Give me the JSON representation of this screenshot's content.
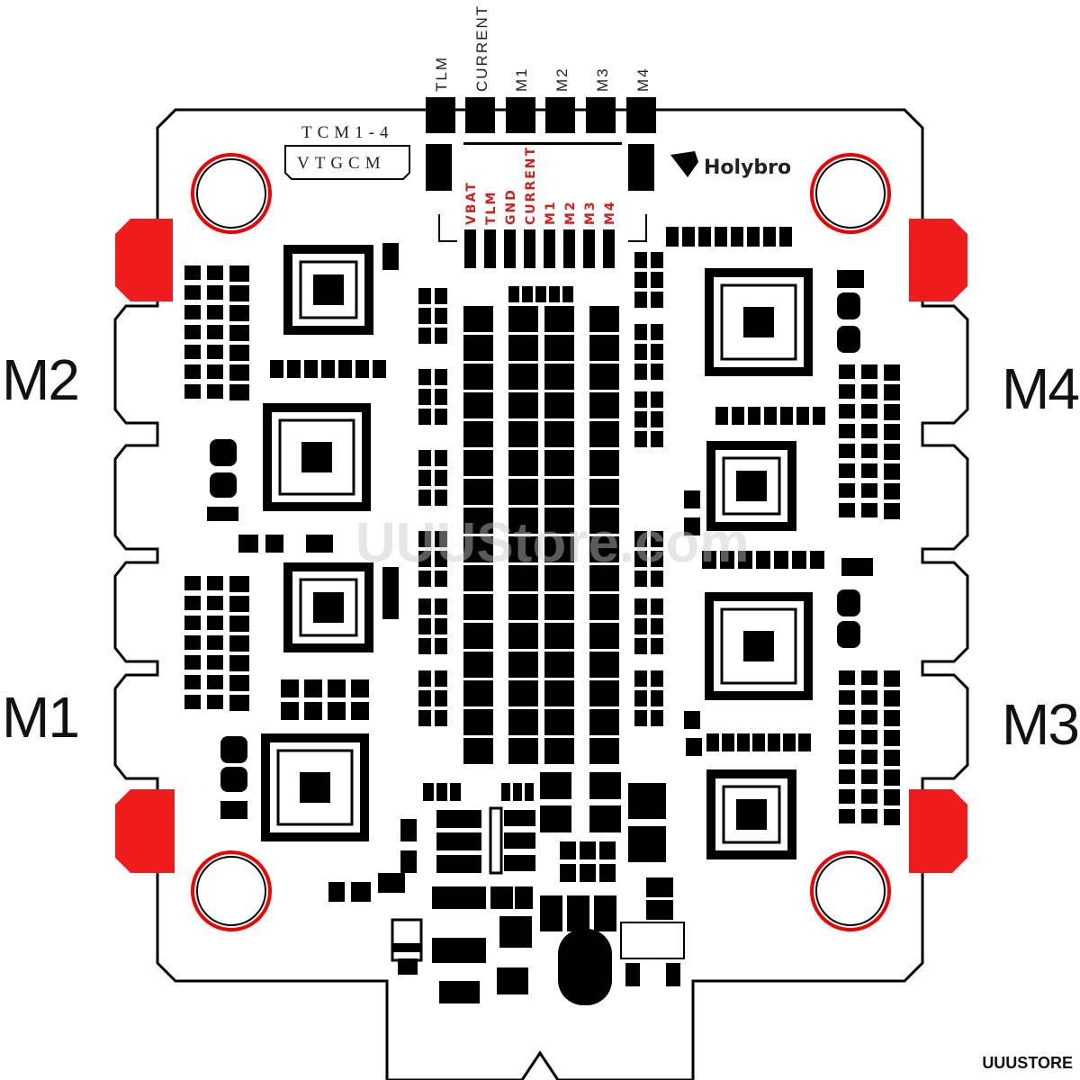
{
  "top_pins": [
    "TLM",
    "CURRENT",
    "M1",
    "M2",
    "M3",
    "M4"
  ],
  "bottom_pins": [
    "VBAT",
    "TLM",
    "GND",
    "CURRENT",
    "M1",
    "M2",
    "M3",
    "M4"
  ],
  "silkscreen": {
    "top": "TCM1-4",
    "box": "VTGCM"
  },
  "brand": "Holybro",
  "motors": {
    "top_left": "M2",
    "bottom_left": "M1",
    "top_right": "M4",
    "bottom_right": "M3"
  },
  "watermark": "UUUStore.com",
  "store_label": "UUUSTORE",
  "colors": {
    "pad": "#ee1c1c",
    "label_red": "#d02020",
    "ink": "#000000"
  }
}
